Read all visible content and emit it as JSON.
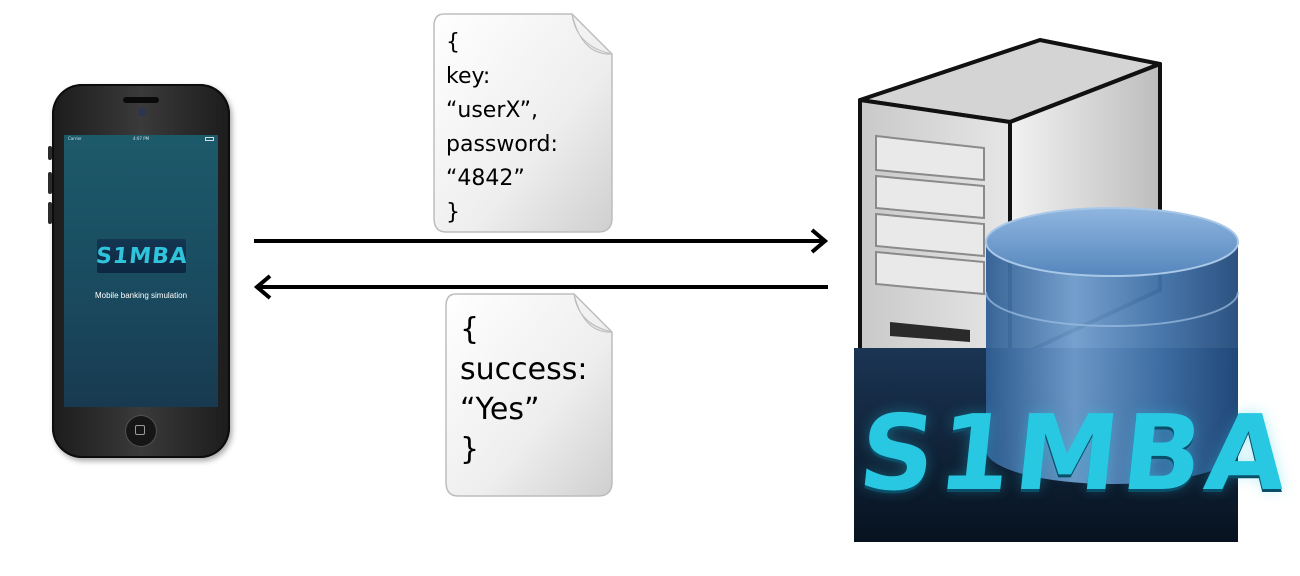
{
  "phone": {
    "status": {
      "carrier": "Carrier",
      "time": "4:07 PM"
    },
    "logo_text": "S1MBA",
    "caption": "Mobile banking simulation"
  },
  "request": {
    "lines": [
      "{",
      "key:",
      "“userX”,",
      "password:",
      "“4842”",
      "}"
    ]
  },
  "response": {
    "lines": [
      "{",
      "success:",
      "“Yes”",
      "}"
    ]
  },
  "server": {
    "logo_text": "S1MBA"
  },
  "colors": {
    "brand_cyan": "#28c8e2",
    "arrow": "#000000",
    "server_dark": "#0b1e33"
  }
}
